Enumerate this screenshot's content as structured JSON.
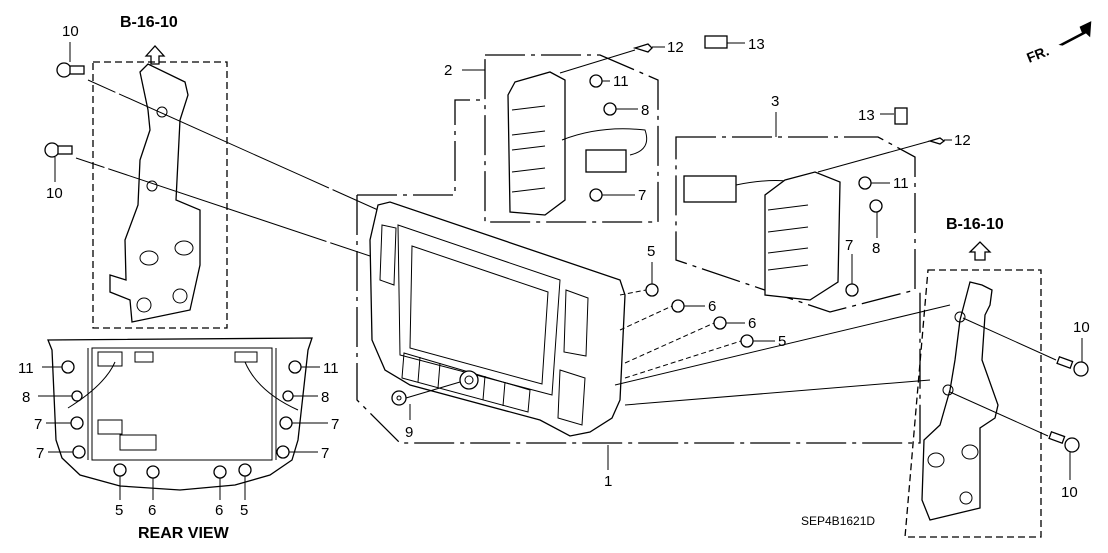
{
  "diagram": {
    "type": "exploded-parts-diagram",
    "drawing_code": "SEP4B1621D",
    "direction_marker": "FR.",
    "reference_labels": [
      "B-16-10",
      "B-16-10"
    ],
    "rear_view_label": "REAR VIEW",
    "callouts": {
      "main_unit": "1",
      "left_switch": "2",
      "right_switch": "3",
      "clip_5": "5",
      "clip_6": "6",
      "clip_7": "7",
      "clip_8": "8",
      "knob_9": "9",
      "bolt_10": "10",
      "clip_11": "11",
      "screw_12": "12",
      "clip_13": "13"
    },
    "rear_view_callouts": {
      "left": [
        "11",
        "8",
        "7",
        "7"
      ],
      "right": [
        "11",
        "8",
        "7",
        "7"
      ],
      "bottom": [
        "5",
        "6",
        "6",
        "5"
      ]
    }
  }
}
